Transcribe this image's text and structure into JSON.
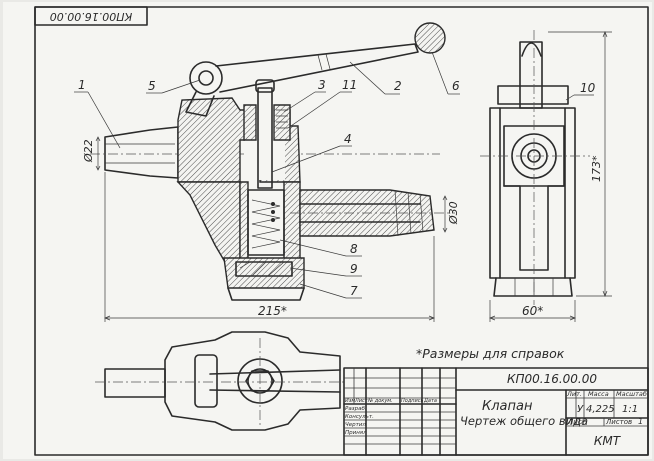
{
  "stamp_code_rotated": "КП00.16.00.00",
  "labels": {
    "part_1": "1",
    "part_2": "2",
    "part_3": "3",
    "part_4": "4",
    "part_5": "5",
    "part_6": "6",
    "part_7": "7",
    "part_8": "8",
    "part_9": "9",
    "part_10": "10",
    "part_11": "11"
  },
  "dimensions": {
    "d22": "Ø22",
    "d30": "Ø30",
    "w215": "215*",
    "w60": "60*",
    "h173": "173*"
  },
  "note": "*Размеры для справок",
  "title_block": {
    "code": "КП00.16.00.00",
    "name": "Клапан",
    "subtitle": "Чертеж общего вида",
    "col_lit": "Лит.",
    "col_mass": "Масса",
    "col_scale": "Масштаб",
    "lit_value": "У",
    "mass_value": "4,225",
    "scale_value": "1:1",
    "sheet_label": "Лист",
    "sheets_label": "Листов",
    "sheets_value": "1",
    "org": "КМТ",
    "hdr_izm": "Изм",
    "hdr_list": "Лист",
    "hdr_doc": "№ докум.",
    "hdr_sign": "Подпись",
    "hdr_date": "Дата",
    "role_1": "Разраб.",
    "role_2": "Консульт.",
    "role_3": "Чертил",
    "role_4": "Принял"
  }
}
